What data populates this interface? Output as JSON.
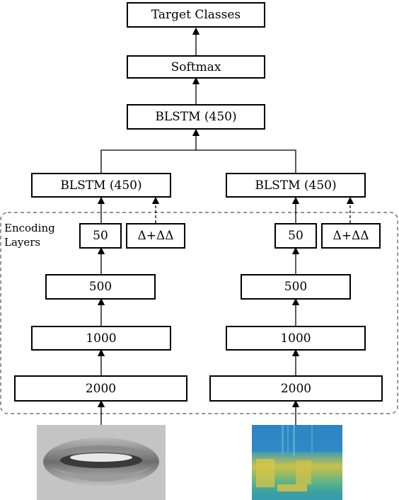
{
  "top": {
    "target": "Target Classes",
    "softmax": "Softmax",
    "blstm": "BLSTM (450)"
  },
  "left_stream": {
    "blstm": "BLSTM (450)",
    "bottleneck": "50",
    "delta": "Δ+ΔΔ",
    "layer_500": "500",
    "layer_1000": "1000",
    "layer_2000": "2000",
    "input_image": "mouth-region-image"
  },
  "right_stream": {
    "blstm": "BLSTM (450)",
    "bottleneck": "50",
    "delta": "Δ+ΔΔ",
    "layer_500": "500",
    "layer_1000": "1000",
    "layer_2000": "2000",
    "input_image": "spectrogram-image"
  },
  "encoding_label": {
    "line1": "Encoding",
    "line2": "Layers"
  }
}
